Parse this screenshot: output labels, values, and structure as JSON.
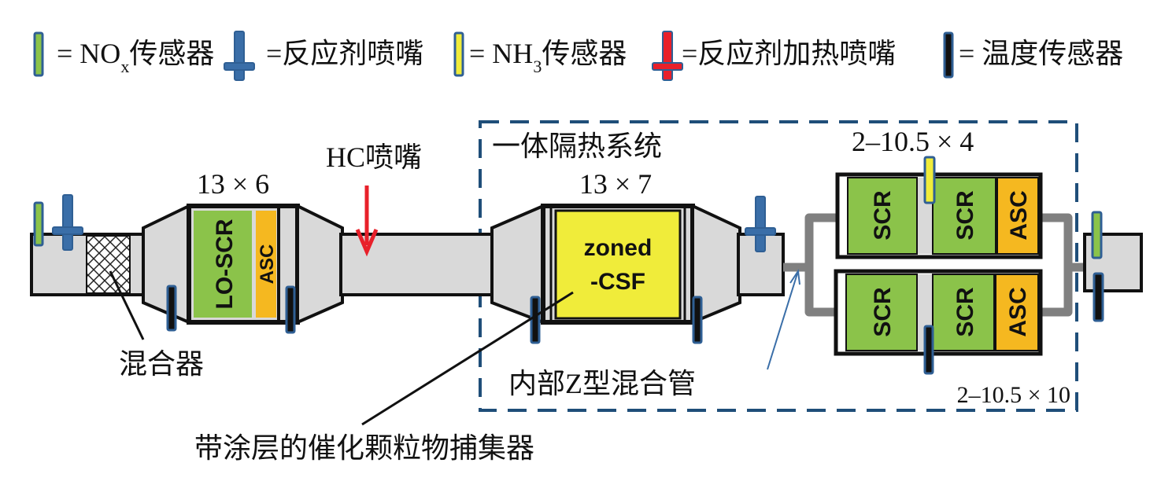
{
  "legend": {
    "nox_sensor": "= NO",
    "nox_sub": "x",
    "nox_suffix": "传感器",
    "reductant_nozzle": "=反应剂喷嘴",
    "nh3_sensor": "= NH",
    "nh3_sub": "3",
    "nh3_suffix": "传感器",
    "heated_nozzle": "=反应剂加热喷嘴",
    "temp_sensor": "= 温度传感器"
  },
  "labels": {
    "dim1": "13 × 6",
    "hc_nozzle": "HC喷嘴",
    "insulated_system": "一体隔热系统",
    "dim2": "13 × 7",
    "dim3": "2–10.5 × 4",
    "dim4": "2–10.5 × 10",
    "mixer": "混合器",
    "z_mixer": "内部Z型混合管",
    "csf": "带涂层的催化颗粒物捕集器"
  },
  "blocks": {
    "lo_scr": "LO-SCR",
    "asc": "ASC",
    "zoned_1": "zoned",
    "zoned_2": "-CSF",
    "scr": "SCR"
  },
  "colors": {
    "scr_green": "#8bc34a",
    "asc_orange": "#f5b820",
    "csf_yellow": "#f0ec3a",
    "sensor_blue": "#3a6ea8",
    "dashed_box": "#1f4e79",
    "hc_arrow": "#e8202a",
    "pipe_grey": "#d9d9d9"
  }
}
